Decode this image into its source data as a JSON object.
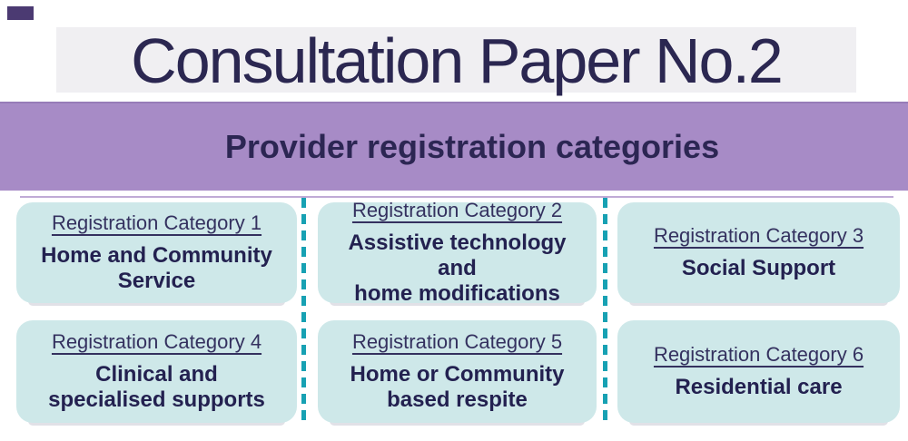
{
  "page": {
    "title": "Consultation Paper No.2",
    "band_heading": "Provider registration categories"
  },
  "colors": {
    "title_text": "#2b2751",
    "title_band_bg": "#f0eff2",
    "purple_band_bg": "#a78bc6",
    "band_heading_text": "#2c2653",
    "card_bg": "#cee8e9",
    "card_title_text": "#34315f",
    "card_body_text": "#232150",
    "divider_teal": "#17a1b3",
    "sub_line_lavender": "#c0abd6",
    "accent_square": "#4b3a72"
  },
  "cards": [
    {
      "title": "Registration Category 1",
      "body": "Home and Community\nService"
    },
    {
      "title": "Registration Category 2",
      "body": "Assistive technology and\nhome modifications"
    },
    {
      "title": "Registration Category 3",
      "body": "Social Support"
    },
    {
      "title": "Registration Category 4",
      "body": "Clinical and\nspecialised supports"
    },
    {
      "title": "Registration Category 5",
      "body": "Home or Community\nbased respite"
    },
    {
      "title": "Registration Category 6",
      "body": "Residential care"
    }
  ]
}
